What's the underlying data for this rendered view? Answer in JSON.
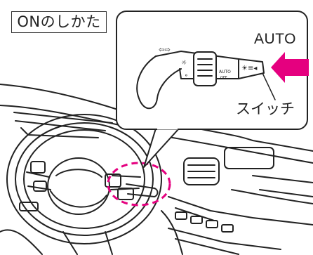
{
  "caption": {
    "title": "ONのしかた"
  },
  "callout": {
    "mode_label": "AUTO",
    "switch_label": "スイッチ",
    "stalk_markings": {
      "auto_position": "AUTO",
      "off_position": "OFF"
    }
  },
  "colors": {
    "highlight_arrow": "#e5007f",
    "highlight_outline": "#e5007f",
    "line_art": "#222222"
  },
  "icons": [
    "turn-signal-arrows-icon",
    "headlight-icon",
    "parking-light-icon",
    "high-beam-icon"
  ]
}
